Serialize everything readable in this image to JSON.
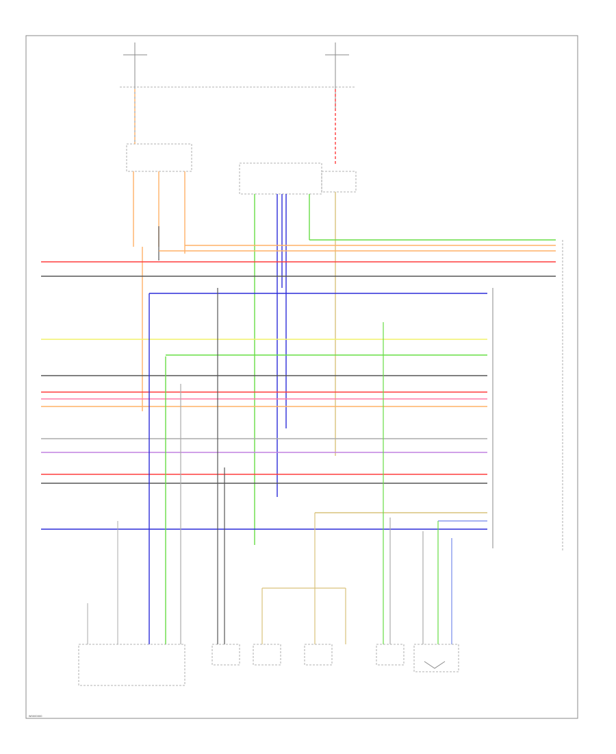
{
  "diagram": {
    "footer_code": "W0000000",
    "colors": {
      "red": "#ff3b3b",
      "pink": "#ff7aa8",
      "orange": "#ffb066",
      "yellow": "#f2f26a",
      "green": "#66dd44",
      "blue": "#2a2ad8",
      "black": "#555555",
      "gray": "#aaaaaa",
      "violet": "#c080e0",
      "tan": "#d9c27a",
      "lightblue": "#8899ee"
    },
    "wires": [
      {
        "color": "green"
      },
      {
        "color": "orange"
      },
      {
        "color": "orange"
      },
      {
        "color": "red"
      },
      {
        "color": "black"
      },
      {
        "color": "blue"
      },
      {
        "color": "yellow"
      },
      {
        "color": "green"
      },
      {
        "color": "black"
      },
      {
        "color": "red"
      },
      {
        "color": "pink"
      },
      {
        "color": "orange"
      },
      {
        "color": "gray"
      },
      {
        "color": "violet"
      },
      {
        "color": "red"
      },
      {
        "color": "black"
      },
      {
        "color": "blue"
      },
      {
        "color": "tan"
      },
      {
        "color": "lightblue"
      }
    ]
  }
}
